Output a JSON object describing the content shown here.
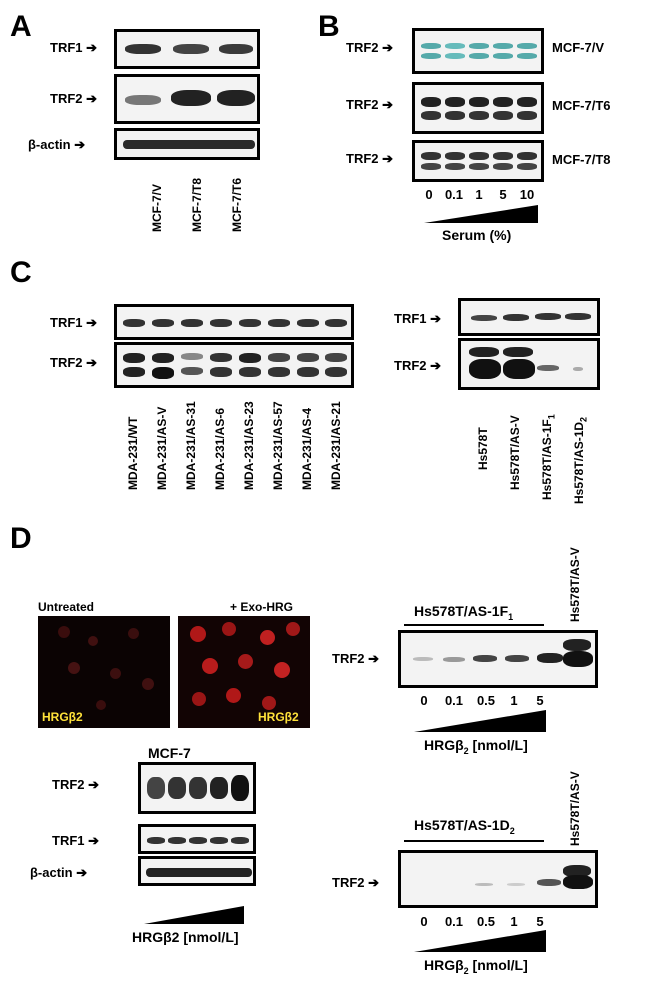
{
  "panels": {
    "a": "A",
    "b": "B",
    "c": "C",
    "d": "D"
  },
  "panel_a": {
    "rows": [
      "TRF1",
      "TRF2",
      "β-actin"
    ],
    "lanes": [
      "MCF-7/V",
      "MCF-7/T8",
      "MCF-7/T6"
    ]
  },
  "panel_b": {
    "row_label": "TRF2",
    "cell_lines": [
      "MCF-7/V",
      "MCF-7/T6",
      "MCF-7/T8"
    ],
    "ticks": [
      "0",
      "0.1",
      "1",
      "5",
      "10"
    ],
    "axis_label": "Serum (%)"
  },
  "panel_c_left": {
    "rows": [
      "TRF1",
      "TRF2"
    ],
    "lanes": [
      "MDA-231/WT",
      "MDA-231/AS-V",
      "MDA-231/AS-31",
      "MDA-231/AS-6",
      "MDA-231/AS-23",
      "MDA-231/AS-57",
      "MDA-231/AS-4",
      "MDA-231/AS-21"
    ]
  },
  "panel_c_right": {
    "rows": [
      "TRF1",
      "TRF2"
    ],
    "lanes": [
      "Hs578T",
      "Hs578T/AS-V",
      "Hs578T/AS-1F",
      "Hs578T/AS-1D"
    ],
    "lane_subscripts": [
      "",
      "",
      "1",
      "2"
    ]
  },
  "panel_d": {
    "micro_left_title": "Untreated",
    "micro_right_title": "+ Exo-HRG",
    "micro_stain": "HRGβ2",
    "mcf_title": "MCF-7",
    "mcf_rows": [
      "TRF2",
      "TRF1",
      "β-actin"
    ],
    "mcf_axis": "HRGβ2 [nmol/L]",
    "blot1_title": "Hs578T/AS-1F",
    "blot1_title_sub": "1",
    "blot2_title": "Hs578T/AS-1D",
    "blot2_title_sub": "2",
    "control_lane": "Hs578T/AS-V",
    "row_label": "TRF2",
    "ticks": [
      "0",
      "0.1",
      "0.5",
      "1",
      "5"
    ],
    "axis_label_main": "HRGβ",
    "axis_label_sub": "2",
    "axis_label_unit": " [nmol/L]"
  }
}
